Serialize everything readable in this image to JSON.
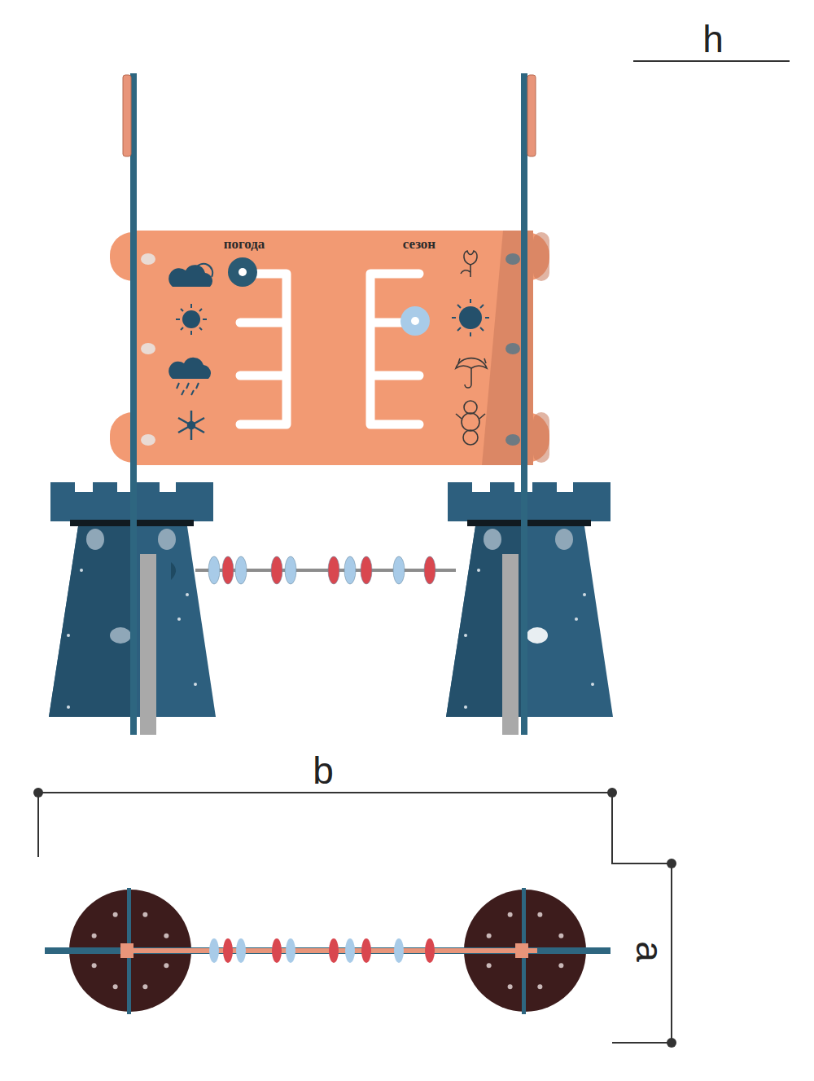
{
  "diagram": {
    "nodes": [
      {
        "text": [
          "погода",
          "сезон"
        ]
      }
    ],
    "labels": [
      "h",
      "b",
      "a"
    ]
  }
}
